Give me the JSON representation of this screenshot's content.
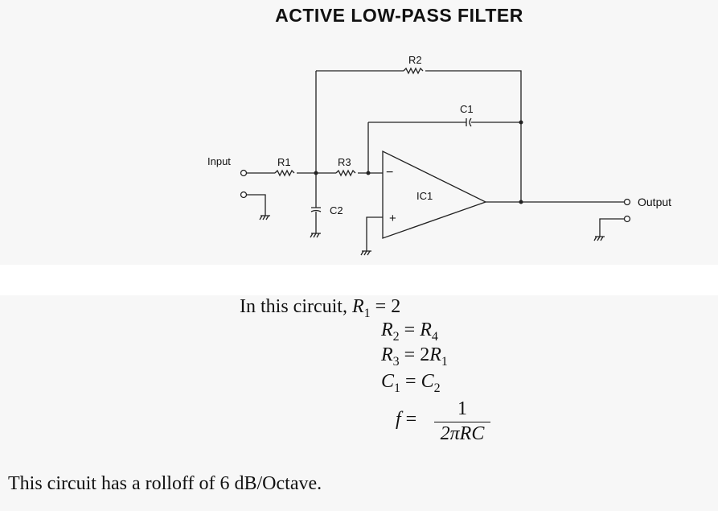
{
  "title": "ACTIVE LOW-PASS  FILTER",
  "circuit": {
    "labels": {
      "input": "Input",
      "output": "Output",
      "r1": "R1",
      "r2": "R2",
      "r3": "R3",
      "c1": "C1",
      "c2": "C2",
      "ic1": "IC1",
      "minus": "−",
      "plus": "+"
    }
  },
  "equations": {
    "intro": "In this circuit,",
    "eq1": {
      "lhs": "R",
      "lhs_sub": "1",
      "eqsign": "=",
      "rhs": "2"
    },
    "eq2": {
      "lhs": "R",
      "lhs_sub": "2",
      "eqsign": "=",
      "rhs": "R",
      "rhs_sub": "4"
    },
    "eq3": {
      "lhs": "R",
      "lhs_sub": "3",
      "eqsign": "=",
      "rhs_coef": "2",
      "rhs": "R",
      "rhs_sub": "1"
    },
    "eq4": {
      "lhs": "C",
      "lhs_sub": "1",
      "eqsign": "=",
      "rhs": "C",
      "rhs_sub": "2"
    },
    "eq5": {
      "lhs": "f",
      "eqsign": "=",
      "numerator": "1",
      "denominator": "2πRC"
    }
  },
  "rolloff": "This circuit has a rolloff of 6 dB/Octave."
}
